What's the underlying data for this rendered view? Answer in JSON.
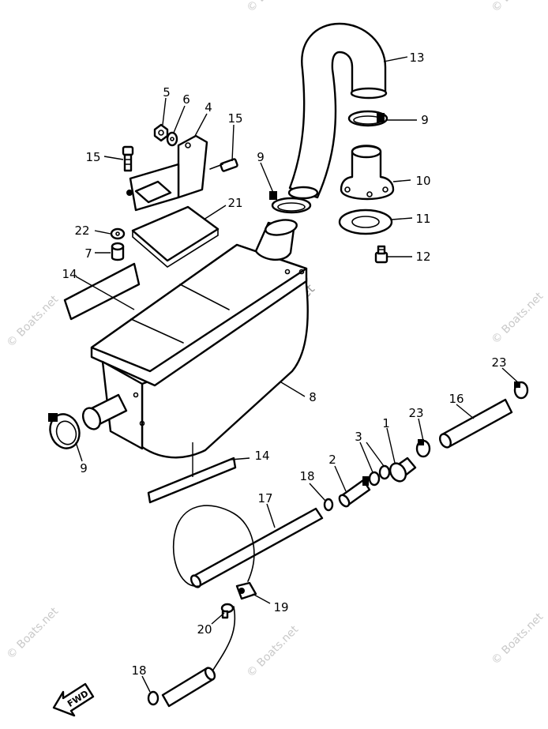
{
  "watermark": "© Boats.net",
  "direction_label": "FWD",
  "callouts": [
    {
      "id": "13",
      "text": "13"
    },
    {
      "id": "9a",
      "text": "9"
    },
    {
      "id": "5",
      "text": "5"
    },
    {
      "id": "6",
      "text": "6"
    },
    {
      "id": "4",
      "text": "4"
    },
    {
      "id": "15a",
      "text": "15"
    },
    {
      "id": "15b",
      "text": "15"
    },
    {
      "id": "9b",
      "text": "9"
    },
    {
      "id": "10",
      "text": "10"
    },
    {
      "id": "21",
      "text": "21"
    },
    {
      "id": "11",
      "text": "11"
    },
    {
      "id": "22",
      "text": "22"
    },
    {
      "id": "12",
      "text": "12"
    },
    {
      "id": "7",
      "text": "7"
    },
    {
      "id": "14a",
      "text": "14"
    },
    {
      "id": "23a",
      "text": "23"
    },
    {
      "id": "16",
      "text": "16"
    },
    {
      "id": "8",
      "text": "8"
    },
    {
      "id": "23b",
      "text": "23"
    },
    {
      "id": "1",
      "text": "1"
    },
    {
      "id": "3",
      "text": "3"
    },
    {
      "id": "9c",
      "text": "9"
    },
    {
      "id": "14b",
      "text": "14"
    },
    {
      "id": "2",
      "text": "2"
    },
    {
      "id": "18a",
      "text": "18"
    },
    {
      "id": "17",
      "text": "17"
    },
    {
      "id": "19",
      "text": "19"
    },
    {
      "id": "20",
      "text": "20"
    },
    {
      "id": "18b",
      "text": "18"
    }
  ]
}
